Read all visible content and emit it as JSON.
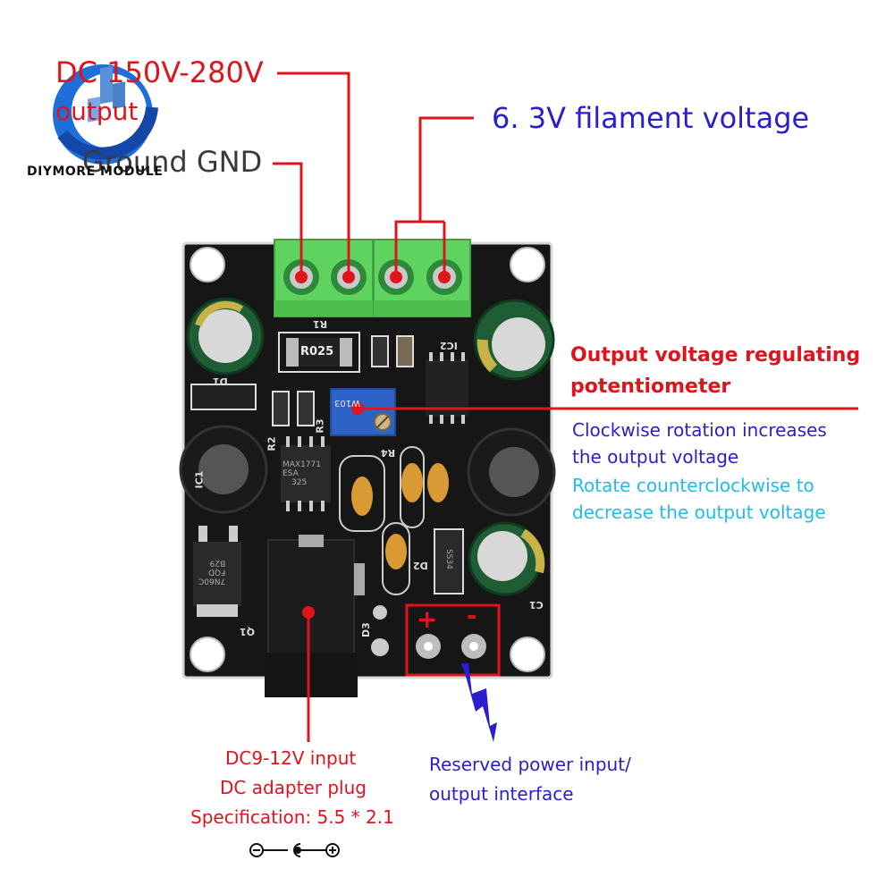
{
  "brand": {
    "logo_text": "DIYMORE MODULE"
  },
  "labels": {
    "hv_output_line1": "DC 150V-280V",
    "hv_output_line2": "output",
    "ground": "Ground GND",
    "filament": "6. 3V filament voltage",
    "pot_title_line1": "Output voltage regulating",
    "pot_title_line2": "potentiometer",
    "clockwise_line1": "Clockwise rotation increases",
    "clockwise_line2": "the output voltage",
    "ccw_line1": "Rotate counterclockwise to",
    "ccw_line2": "decrease the output voltage",
    "dc_input_line1": "DC9-12V input",
    "dc_input_line2": "DC adapter plug",
    "dc_input_line3": "Specification: 5.5 * 2.1",
    "reserved_line1": "Reserved power input/",
    "reserved_line2": "output interface"
  },
  "board": {
    "resistor_r1_marking": "R025",
    "ic1_marking_line1": "MAX1771",
    "ic1_marking_line2": "ESA",
    "ic1_marking_line3": "325",
    "mosfet_marking_line1": "7N60C",
    "mosfet_marking_line2": "FQD",
    "mosfet_marking_line3": "B29",
    "pot_marking": "W103",
    "diode_marking": "SS34",
    "plus_sign": "+",
    "minus_sign": "-",
    "silk_ic1": "IC1",
    "silk_ic2": "IC2",
    "silk_r1": "R1",
    "silk_r2": "R2",
    "silk_r3": "R3",
    "silk_r4": "R4",
    "silk_d1": "D1",
    "silk_d2": "D2",
    "silk_d3": "D3",
    "silk_q1": "Q1",
    "silk_c1": "C1"
  },
  "colors": {
    "annotation_red": "#e0141c",
    "annotation_blue": "#2a1fd0",
    "annotation_cyan": "#20bde8",
    "pcb_black": "#141414",
    "terminal_green": "#5fd35f"
  }
}
